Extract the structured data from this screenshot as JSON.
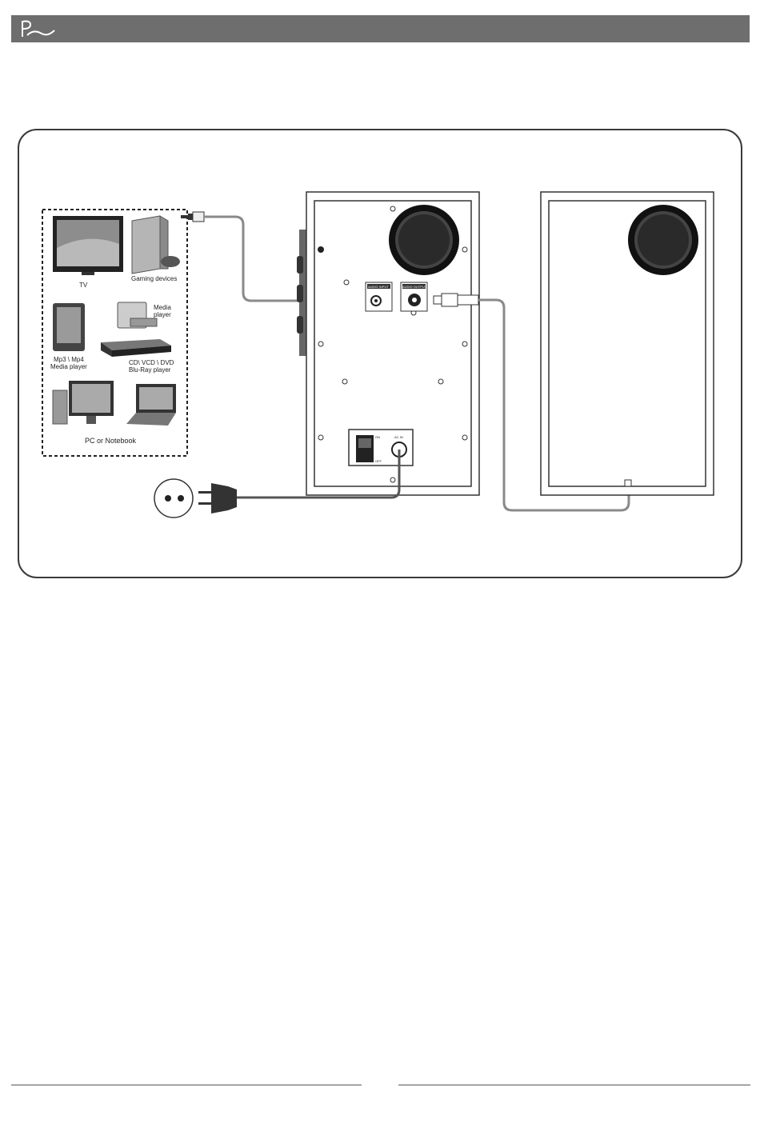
{
  "colors": {
    "header": "#6e6e6e",
    "cable": "#8a8a8a",
    "power_cable": "#555555",
    "outline": "#333333"
  },
  "devices": {
    "tv": "TV",
    "gaming": "Gaming devices",
    "media_player_line1": "Media",
    "media_player_line2": "player",
    "mp3_line1": "Mp3 \\ Mp4",
    "mp3_line2": "Media player",
    "cd_line1": "CD\\  VCD \\ DVD",
    "cd_line2": "Blu-Ray player",
    "pc": "PC or Notebook"
  },
  "speaker": {
    "audio_input": "AUDIO INPUT",
    "audio_output": "AUDIO OUTPUT",
    "switch_on": "ON",
    "switch_off": "OFF",
    "ac_in": "AC IN"
  },
  "icons": [
    "brand-logo-icon",
    "wall-socket-icon",
    "power-plug-icon",
    "rca-plug-icon",
    "mini-jack-icon",
    "woofer-icon"
  ]
}
